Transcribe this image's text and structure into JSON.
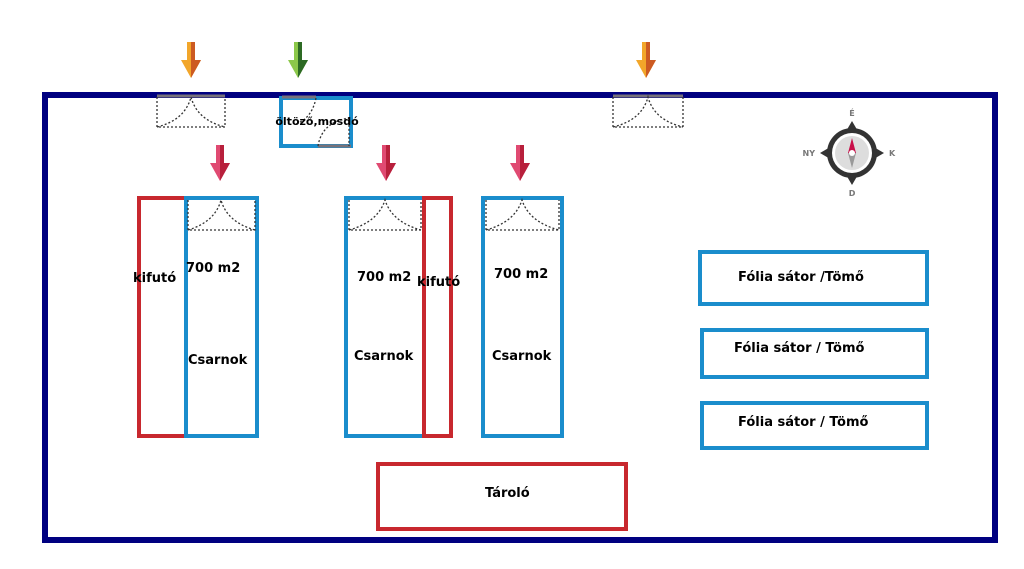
{
  "plan": {
    "dressing_room": "öltöző,mosdó",
    "halls": [
      {
        "area": "700 m2",
        "name": "Csarnok",
        "run": "kifutó"
      },
      {
        "area": "700 m2",
        "name": "Csarnok",
        "run": "kifutó"
      },
      {
        "area": "700 m2",
        "name": "Csarnok"
      }
    ],
    "tents": [
      "Fólia sátor /Tömő",
      "Fólia sátor / Tömő",
      "Fólia sátor / Tömő"
    ],
    "storage": "Tároló"
  },
  "compass": {
    "north": "É",
    "south": "D",
    "east": "K",
    "west": "NY"
  },
  "colors": {
    "border": "#000080",
    "hall": "#1a8dcc",
    "run": "#c8282e",
    "entry_arrow": "#f0a020",
    "staff_arrow": "#6ab83a",
    "internal_arrow": "#d83060"
  }
}
